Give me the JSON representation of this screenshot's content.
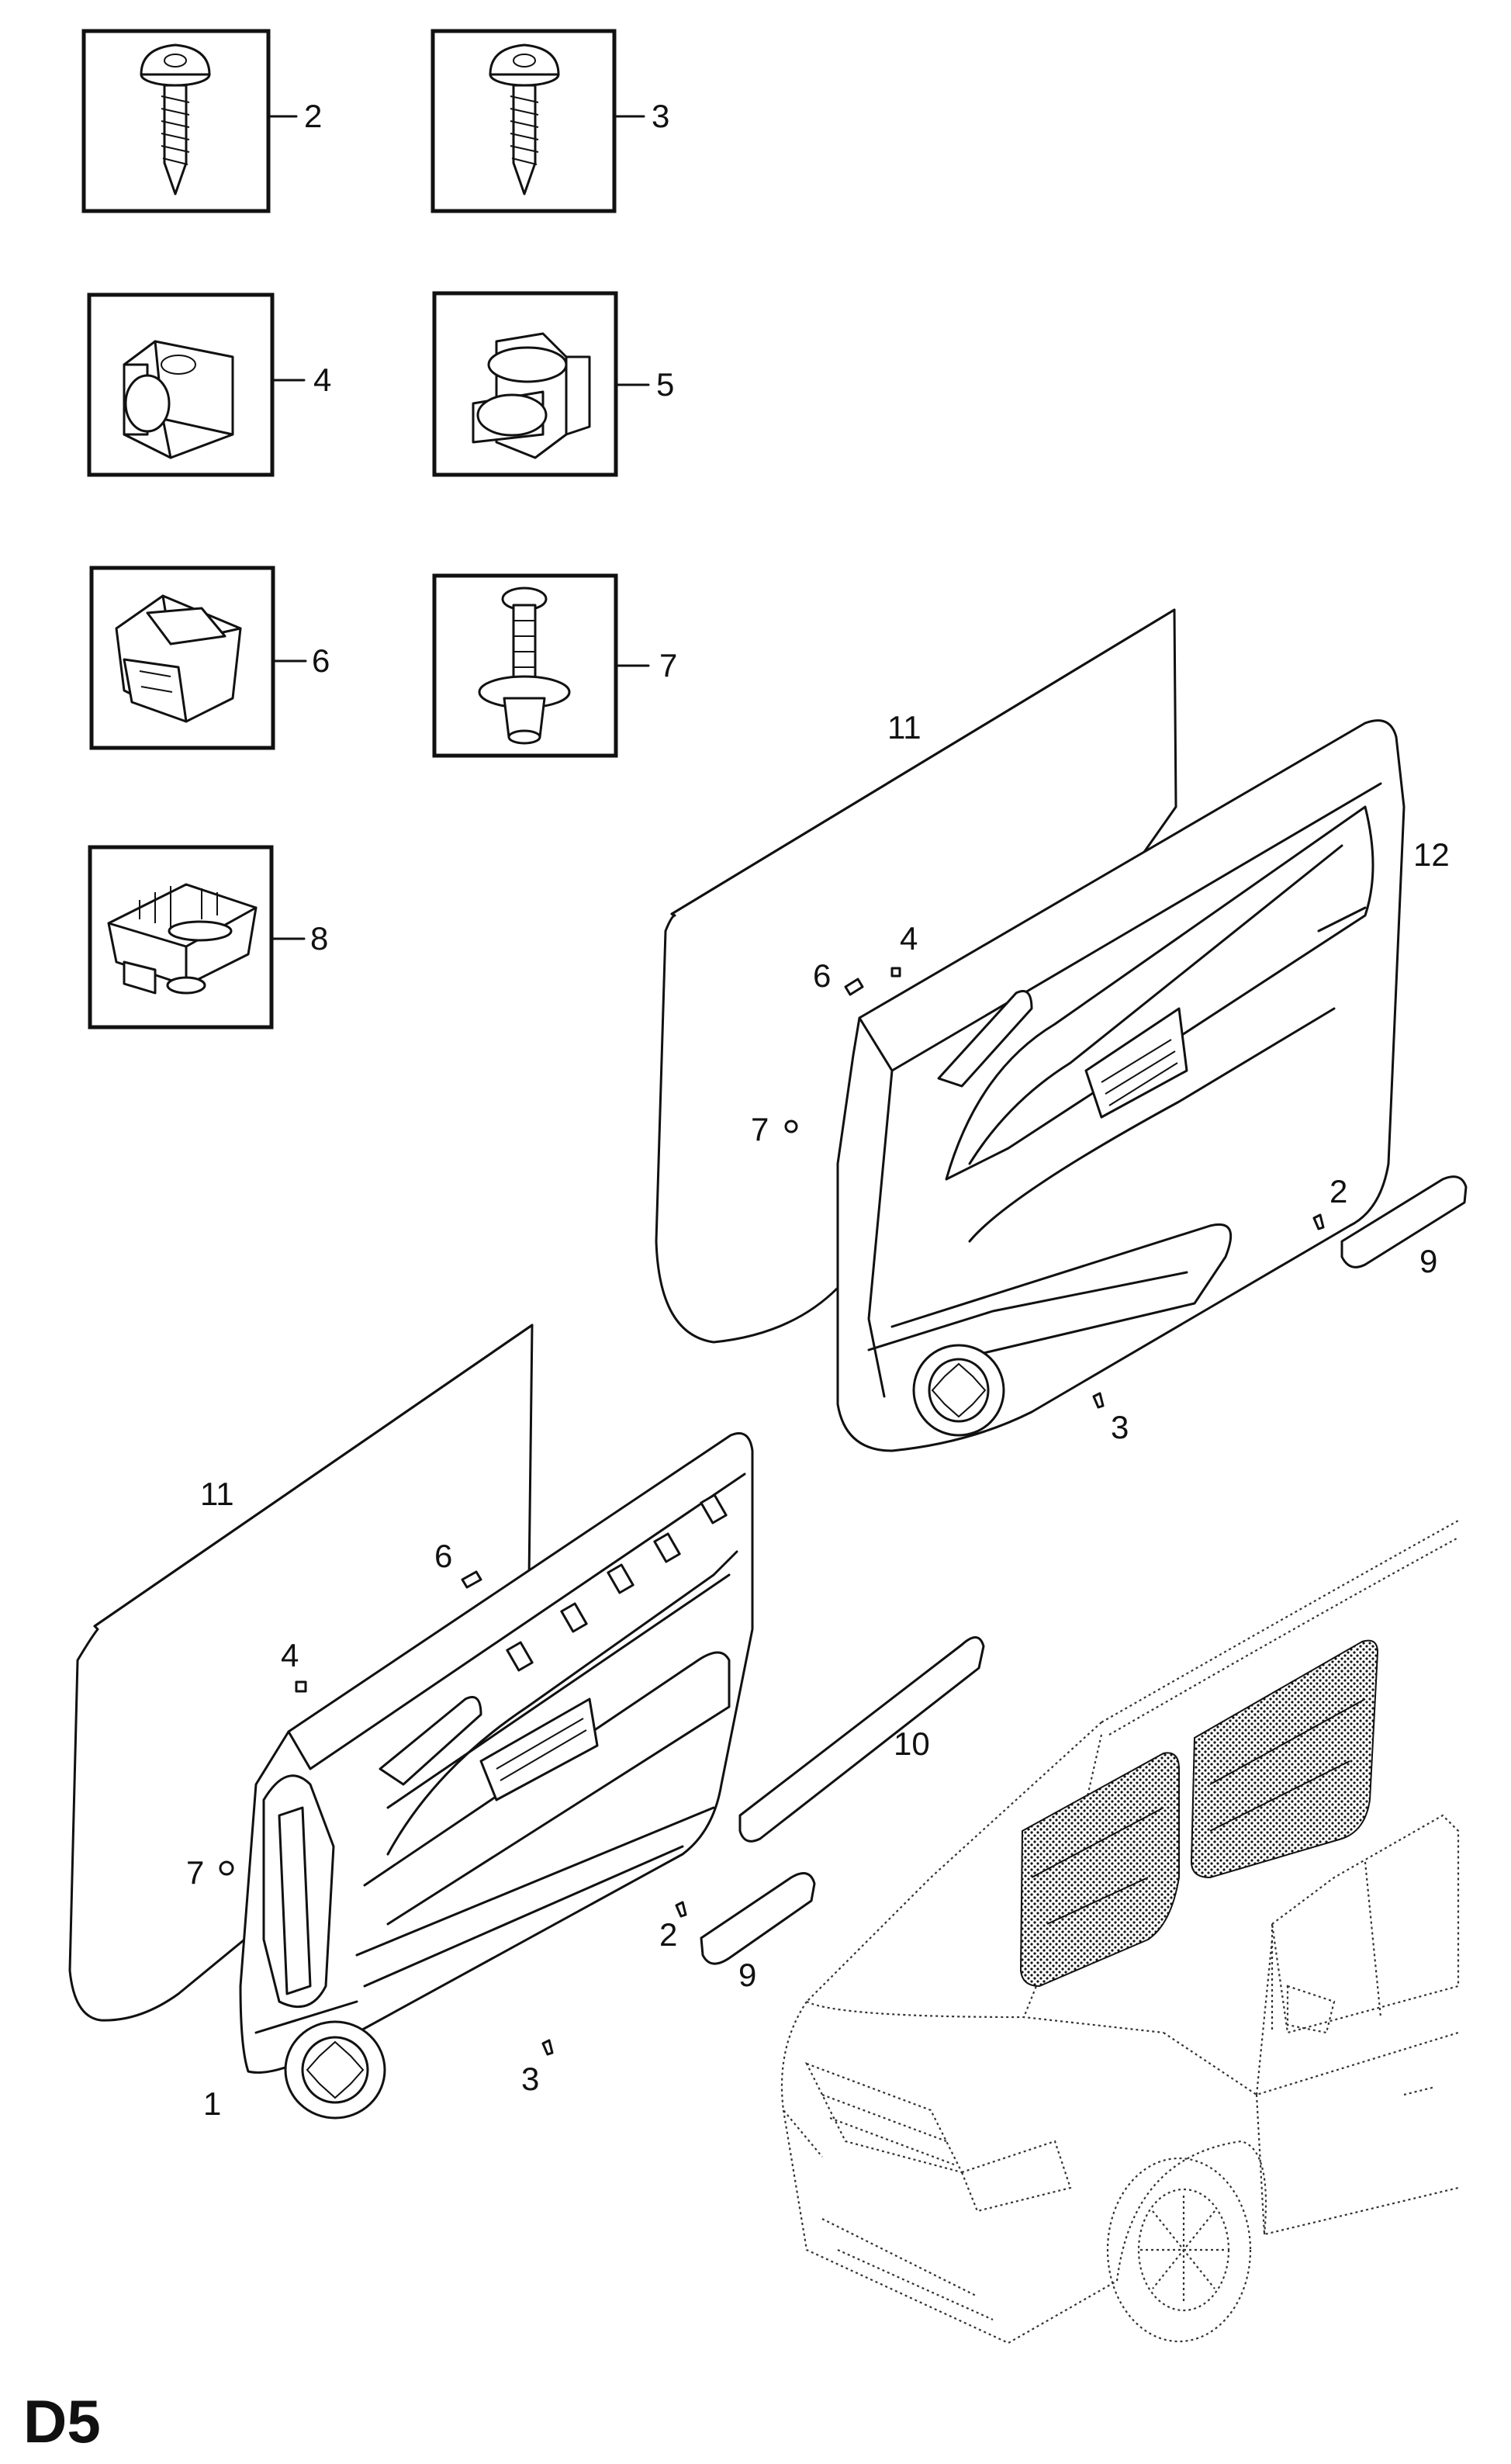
{
  "page_code": "D5",
  "part_boxes": [
    {
      "callout": "2",
      "part": "screw"
    },
    {
      "callout": "3",
      "part": "screw"
    },
    {
      "callout": "4",
      "part": "clip"
    },
    {
      "callout": "5",
      "part": "clip"
    },
    {
      "callout": "6",
      "part": "clip"
    },
    {
      "callout": "7",
      "part": "push-pin-fastener"
    },
    {
      "callout": "8",
      "part": "clip"
    }
  ],
  "rear_door_callouts": {
    "vapor_barrier": "11",
    "trim_panel": "12",
    "clip_4": "4",
    "clip_6": "6",
    "pin_7": "7",
    "screw_2": "2",
    "strip_9": "9",
    "screw_3": "3"
  },
  "front_door_callouts": {
    "vapor_barrier": "11",
    "clip_6": "6",
    "clip_4": "4",
    "pin_7": "7",
    "strip_10": "10",
    "screw_2": "2",
    "strip_9": "9",
    "trim_panel": "1",
    "screw_3": "3"
  },
  "icons": [
    "screw-icon",
    "clip-icon",
    "push-pin-icon",
    "door-trim-panel-icon",
    "vapor-barrier-icon",
    "car-outline-icon"
  ]
}
